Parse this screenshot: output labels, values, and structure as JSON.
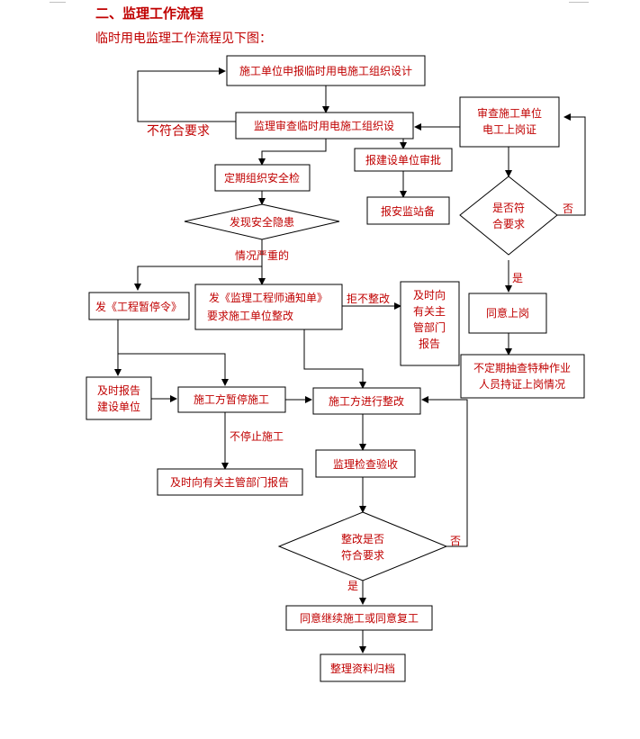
{
  "heading": "二、监理工作流程",
  "intro": "临时用电监理工作流程见下图：",
  "nodes": {
    "submit_design": "施工单位申报临时用电施工组织设计",
    "review_design": "监理审查临时用电施工组织设",
    "check_cert": [
      "审查施工单位",
      "电工上岗证"
    ],
    "report_approval": "报建设单位审批",
    "report_station": "报安监站备",
    "safety_check": "定期组织安全检",
    "find_hazard": "发现安全隐患",
    "cert_ok": [
      "是否符",
      "合要求"
    ],
    "stop_order": "发《工程暂停令》",
    "notice": [
      "发《监理工程师通知单》",
      "要求施工单位整改"
    ],
    "report_dept": [
      "及时向",
      "有关主",
      "管部门",
      "报告"
    ],
    "agree_post": "同意上岗",
    "spot_check": [
      "不定期抽查特种作业",
      "人员持证上岗情况"
    ],
    "report_owner": [
      "及时报告",
      "建设单位"
    ],
    "suspend": "施工方暂停施工",
    "rectify": "施工方进行整改",
    "report_authority": "及时向有关主管部门报告",
    "inspect": "监理检查验收",
    "rectify_ok": [
      "整改是否",
      "符合要求"
    ],
    "resume": "同意继续施工或同意复工",
    "archive": "整理资料归档"
  },
  "edge_labels": {
    "non_compliant": "不符合要求",
    "serious": "情况严重的",
    "refuse": "拒不整改",
    "no_1": "否",
    "yes_1": "是",
    "no_stop": "不停止施工",
    "no_2": "否",
    "yes_2": "是"
  }
}
